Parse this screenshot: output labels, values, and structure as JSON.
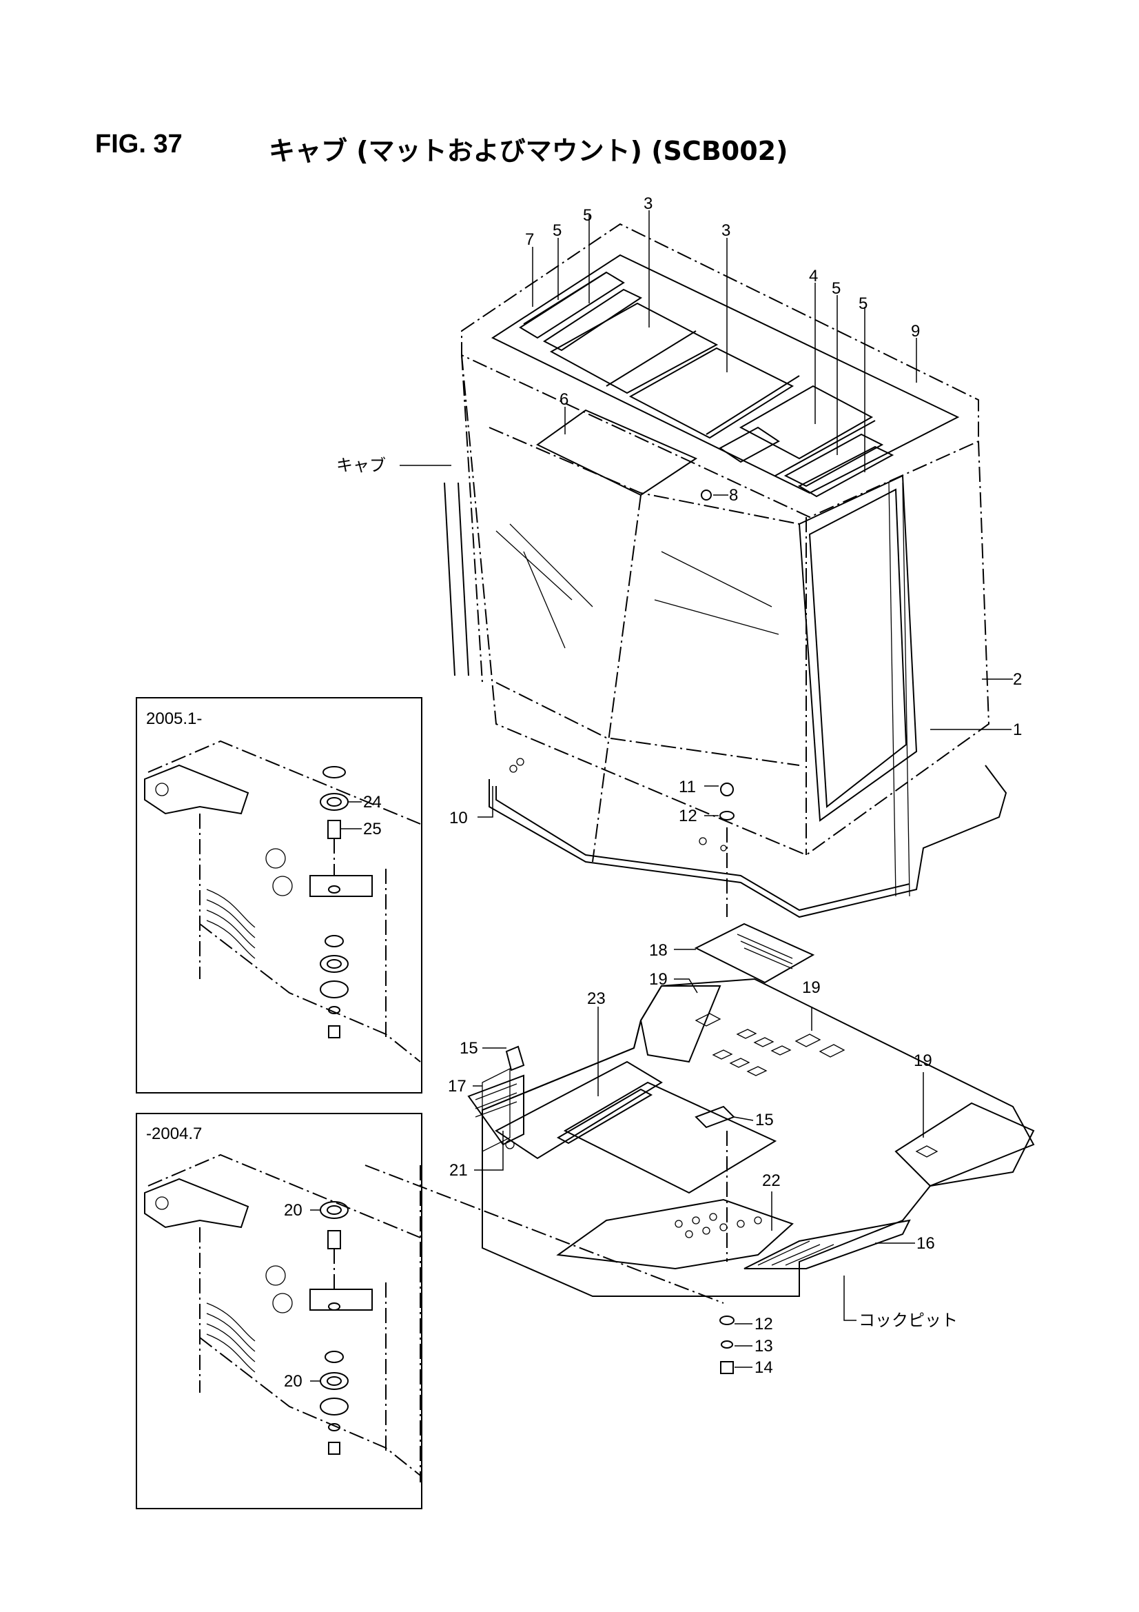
{
  "header": {
    "fig_number": "FIG. 37",
    "fig_title": "キャブ (マットおよびマウント) (SCB002)"
  },
  "insets": {
    "upper_label": "2005.1-",
    "lower_label": "-2004.7"
  },
  "assemblies": {
    "cab": "キャブ",
    "cockpit": "コックピット"
  },
  "callouts": {
    "c1": "1",
    "c2": "2",
    "c3a": "3",
    "c3b": "3",
    "c4": "4",
    "c5a": "5",
    "c5b": "5",
    "c5c": "5",
    "c5d": "5",
    "c6": "6",
    "c7": "7",
    "c8": "8",
    "c9": "9",
    "c10": "10",
    "c11": "11",
    "c12a": "12",
    "c12b": "12",
    "c13": "13",
    "c14": "14",
    "c15a": "15",
    "c15b": "15",
    "c16": "16",
    "c17": "17",
    "c18": "18",
    "c19a": "19",
    "c19b": "19",
    "c19c": "19",
    "c20a": "20",
    "c20b": "20",
    "c21": "21",
    "c22": "22",
    "c23": "23",
    "c24": "24",
    "c25": "25"
  }
}
